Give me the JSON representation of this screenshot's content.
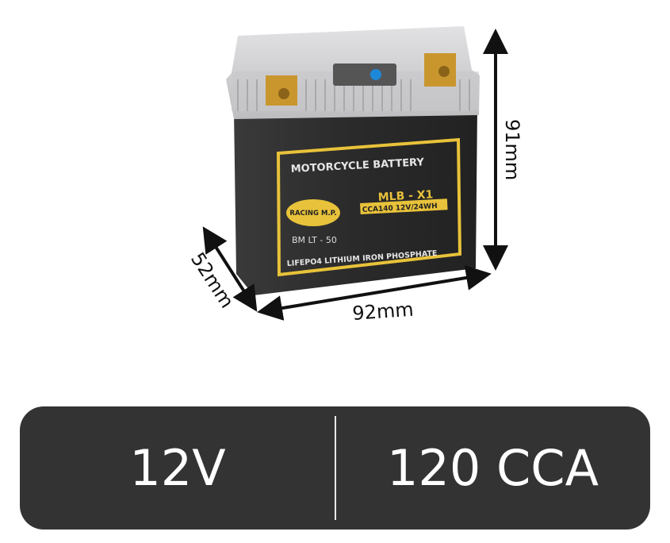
{
  "product": {
    "label_title": "MOTORCYCLE BATTERY",
    "brand_logo_text": "RACING M.P.",
    "model": "MLB - X1",
    "rating": "CCA140 12V/24WH",
    "code": "BM LT - 50",
    "chemistry": "LIFEPO4 LITHIUM IRON PHOSPHATE"
  },
  "dimensions": {
    "height": "91mm",
    "width": "92mm",
    "depth": "52mm"
  },
  "specs": {
    "voltage": "12V",
    "cca": "120 CCA"
  },
  "colors": {
    "panel": "#333333",
    "label_gold": "#e8c23a",
    "body": "#2b2b2b",
    "lid": "#cfcfd1",
    "terminal": "#c9962e"
  }
}
